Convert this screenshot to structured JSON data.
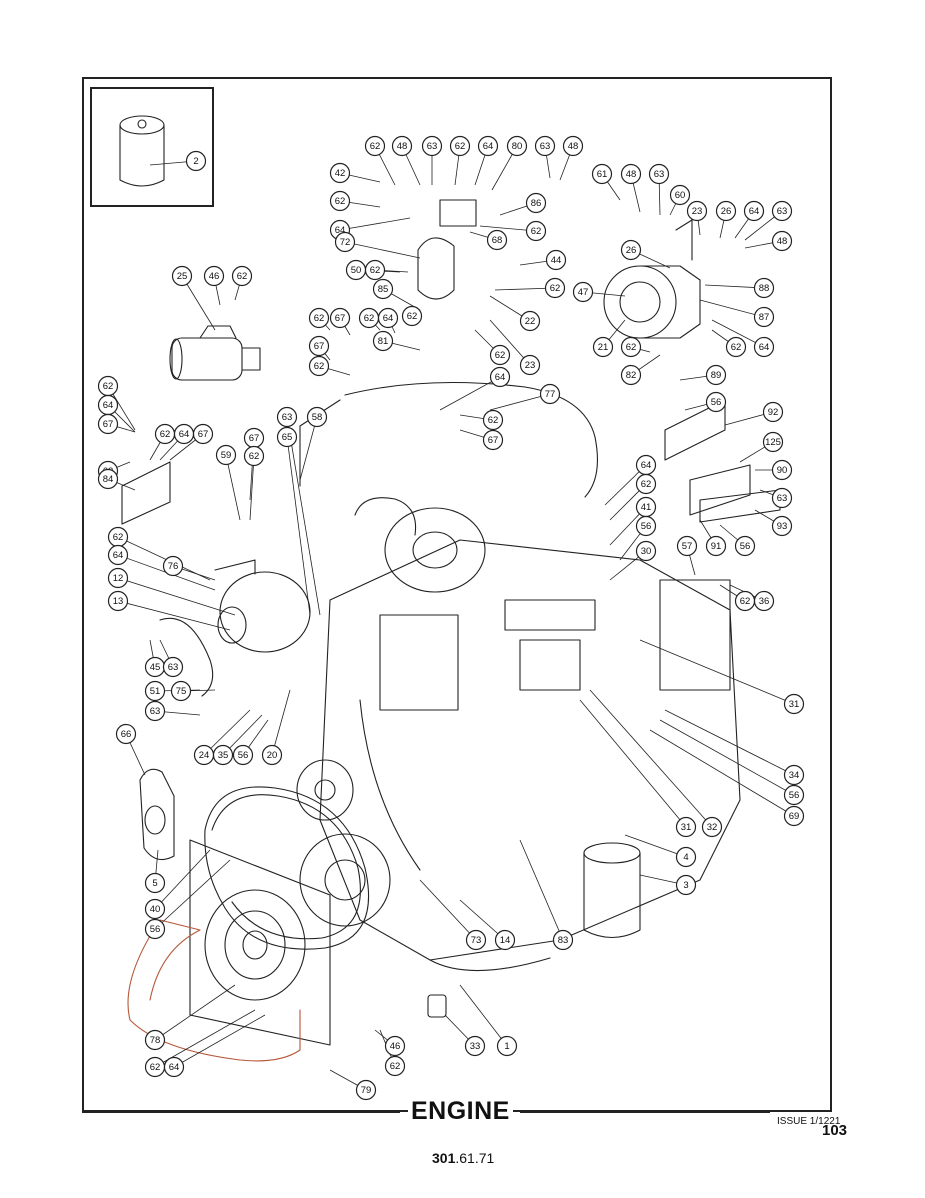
{
  "diagram": {
    "title": "ENGINE",
    "issue": "ISSUE 1/1221",
    "page_number": "103",
    "part_number_bold": "301",
    "part_number_rest": ".61.71",
    "line_color": "#222222",
    "accent_color": "#b5583a"
  },
  "callouts": [
    {
      "id": "c1",
      "label": "2"
    },
    {
      "id": "c2",
      "label": "62"
    },
    {
      "id": "c3",
      "label": "48"
    },
    {
      "id": "c4",
      "label": "63"
    },
    {
      "id": "c5",
      "label": "62"
    },
    {
      "id": "c6",
      "label": "64"
    },
    {
      "id": "c7",
      "label": "80"
    },
    {
      "id": "c8",
      "label": "63"
    },
    {
      "id": "c9",
      "label": "48"
    },
    {
      "id": "c10",
      "label": "42"
    },
    {
      "id": "c11",
      "label": "61"
    },
    {
      "id": "c12",
      "label": "48"
    },
    {
      "id": "c13",
      "label": "63"
    },
    {
      "id": "c14",
      "label": "62"
    },
    {
      "id": "c15",
      "label": "86"
    },
    {
      "id": "c16",
      "label": "60"
    },
    {
      "id": "c17",
      "label": "64"
    },
    {
      "id": "c18",
      "label": "62"
    },
    {
      "id": "c19",
      "label": "68"
    },
    {
      "id": "c20",
      "label": "23"
    },
    {
      "id": "c21",
      "label": "26"
    },
    {
      "id": "c22",
      "label": "64"
    },
    {
      "id": "c23",
      "label": "63"
    },
    {
      "id": "c24",
      "label": "72"
    },
    {
      "id": "c25",
      "label": "48"
    },
    {
      "id": "c26",
      "label": "26"
    },
    {
      "id": "c27",
      "label": "44"
    },
    {
      "id": "c28",
      "label": "50"
    },
    {
      "id": "c29",
      "label": "62"
    },
    {
      "id": "c30",
      "label": "25"
    },
    {
      "id": "c31",
      "label": "46"
    },
    {
      "id": "c32",
      "label": "62"
    },
    {
      "id": "c33",
      "label": "62"
    },
    {
      "id": "c34",
      "label": "47"
    },
    {
      "id": "c35",
      "label": "88"
    },
    {
      "id": "c36",
      "label": "85"
    },
    {
      "id": "c37",
      "label": "62"
    },
    {
      "id": "c38",
      "label": "22"
    },
    {
      "id": "c39",
      "label": "87"
    },
    {
      "id": "c40",
      "label": "62"
    },
    {
      "id": "c41",
      "label": "67"
    },
    {
      "id": "c42",
      "label": "62"
    },
    {
      "id": "c43",
      "label": "64"
    },
    {
      "id": "c44",
      "label": "21"
    },
    {
      "id": "c45",
      "label": "62"
    },
    {
      "id": "c46",
      "label": "62"
    },
    {
      "id": "c47",
      "label": "64"
    },
    {
      "id": "c48",
      "label": "81"
    },
    {
      "id": "c49",
      "label": "62"
    },
    {
      "id": "c50",
      "label": "23"
    },
    {
      "id": "c51",
      "label": "67"
    },
    {
      "id": "c52",
      "label": "82"
    },
    {
      "id": "c53",
      "label": "62"
    },
    {
      "id": "c54",
      "label": "89"
    },
    {
      "id": "c55",
      "label": "62"
    },
    {
      "id": "c56",
      "label": "64"
    },
    {
      "id": "c57",
      "label": "77"
    },
    {
      "id": "c58",
      "label": "56"
    },
    {
      "id": "c59",
      "label": "64"
    },
    {
      "id": "c60",
      "label": "92"
    },
    {
      "id": "c61",
      "label": "67"
    },
    {
      "id": "c62",
      "label": "62"
    },
    {
      "id": "c63",
      "label": "64"
    },
    {
      "id": "c64",
      "label": "67"
    },
    {
      "id": "c65",
      "label": "63"
    },
    {
      "id": "c66",
      "label": "58"
    },
    {
      "id": "c67",
      "label": "67"
    },
    {
      "id": "c68",
      "label": "62"
    },
    {
      "id": "c69",
      "label": "125"
    },
    {
      "id": "c70",
      "label": "65"
    },
    {
      "id": "c71",
      "label": "67"
    },
    {
      "id": "c72",
      "label": "62"
    },
    {
      "id": "c73",
      "label": "90"
    },
    {
      "id": "c74",
      "label": "59"
    },
    {
      "id": "c75",
      "label": "62"
    },
    {
      "id": "c76",
      "label": "84"
    },
    {
      "id": "c77",
      "label": "64"
    },
    {
      "id": "c78",
      "label": "62"
    },
    {
      "id": "c79",
      "label": "63"
    },
    {
      "id": "c80",
      "label": "41"
    },
    {
      "id": "c81",
      "label": "93"
    },
    {
      "id": "c82",
      "label": "91"
    },
    {
      "id": "c83",
      "label": "56"
    },
    {
      "id": "c84",
      "label": "56"
    },
    {
      "id": "c85",
      "label": "62"
    },
    {
      "id": "c86",
      "label": "57"
    },
    {
      "id": "c87",
      "label": "64"
    },
    {
      "id": "c88",
      "label": "30"
    },
    {
      "id": "c89",
      "label": "76"
    },
    {
      "id": "c90",
      "label": "12"
    },
    {
      "id": "c91",
      "label": "62"
    },
    {
      "id": "c92",
      "label": "36"
    },
    {
      "id": "c93",
      "label": "13"
    },
    {
      "id": "c94",
      "label": "45"
    },
    {
      "id": "c95",
      "label": "63"
    },
    {
      "id": "c96",
      "label": "51"
    },
    {
      "id": "c97",
      "label": "75"
    },
    {
      "id": "c98",
      "label": "31"
    },
    {
      "id": "c99",
      "label": "63"
    },
    {
      "id": "c100",
      "label": "66"
    },
    {
      "id": "c101",
      "label": "24"
    },
    {
      "id": "c102",
      "label": "35"
    },
    {
      "id": "c103",
      "label": "56"
    },
    {
      "id": "c104",
      "label": "20"
    },
    {
      "id": "c105",
      "label": "34"
    },
    {
      "id": "c106",
      "label": "56"
    },
    {
      "id": "c107",
      "label": "69"
    },
    {
      "id": "c108",
      "label": "31"
    },
    {
      "id": "c109",
      "label": "32"
    },
    {
      "id": "c110",
      "label": "4"
    },
    {
      "id": "c111",
      "label": "5"
    },
    {
      "id": "c112",
      "label": "3"
    },
    {
      "id": "c113",
      "label": "40"
    },
    {
      "id": "c114",
      "label": "56"
    },
    {
      "id": "c115",
      "label": "73"
    },
    {
      "id": "c116",
      "label": "14"
    },
    {
      "id": "c117",
      "label": "83"
    },
    {
      "id": "c118",
      "label": "78"
    },
    {
      "id": "c119",
      "label": "62"
    },
    {
      "id": "c120",
      "label": "64"
    },
    {
      "id": "c121",
      "label": "33"
    },
    {
      "id": "c122",
      "label": "1"
    },
    {
      "id": "c123",
      "label": "46"
    },
    {
      "id": "c124",
      "label": "62"
    },
    {
      "id": "c125",
      "label": "79"
    }
  ]
}
